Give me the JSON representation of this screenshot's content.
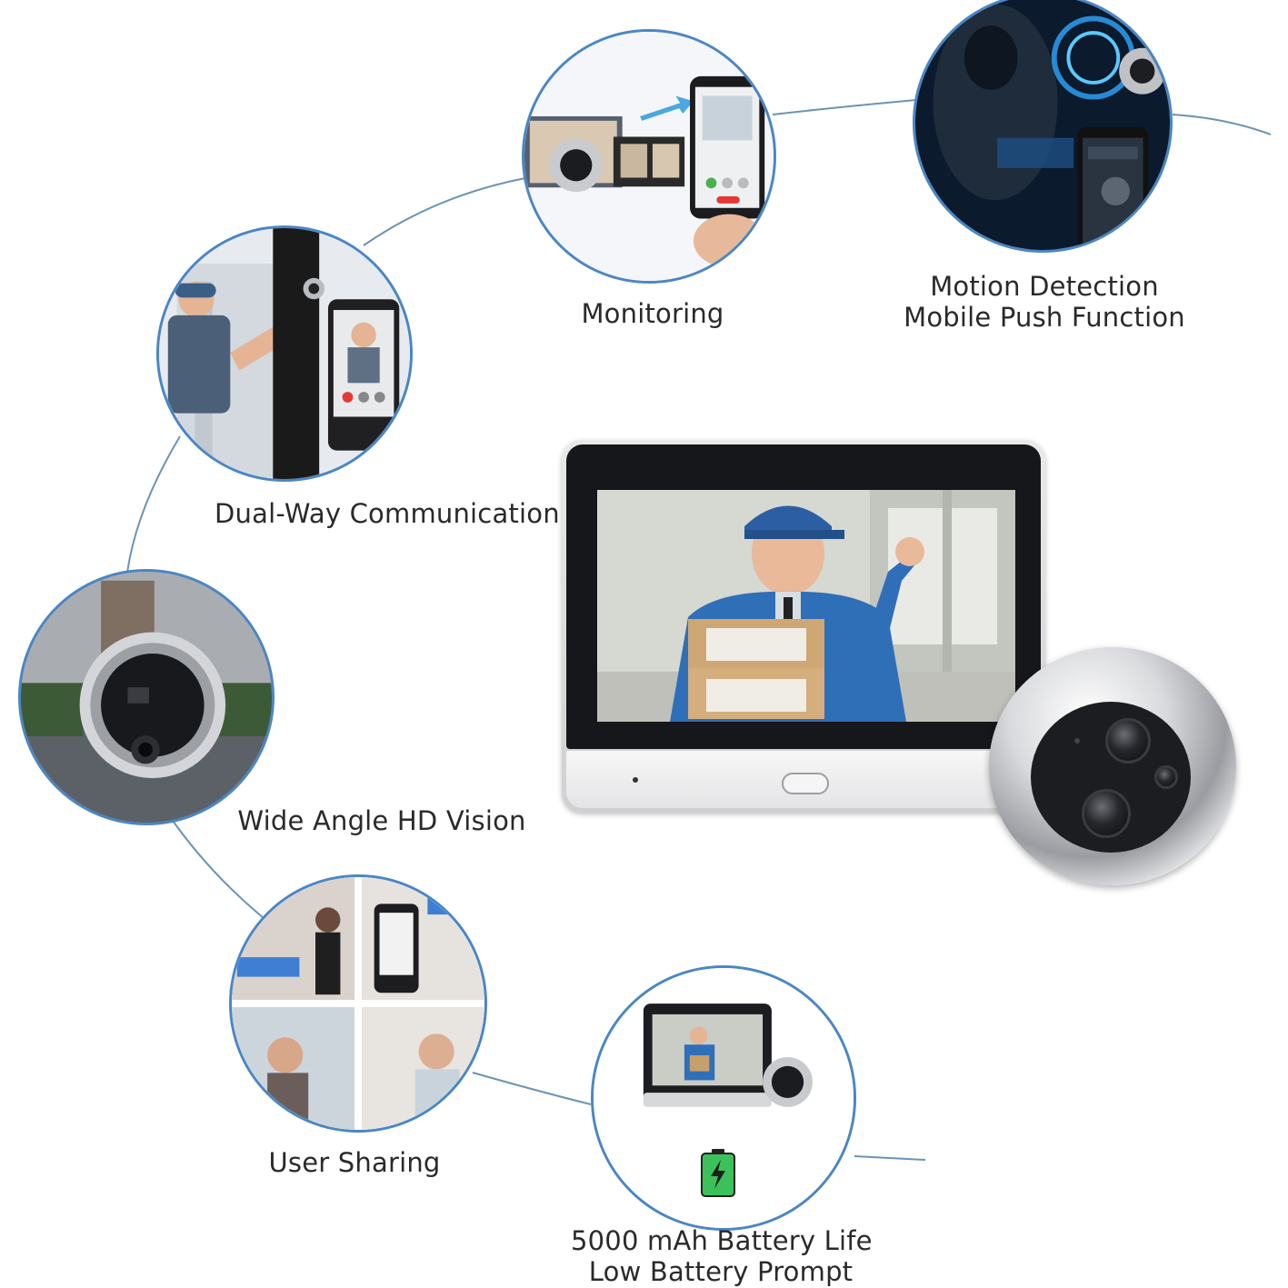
{
  "features": {
    "monitoring": {
      "label": "Monitoring",
      "icon": "app-monitoring-icon"
    },
    "motion": {
      "label_line1": "Motion Detection",
      "label_line2": "Mobile Push Function",
      "icon": "motion-detection-icon"
    },
    "dual_way": {
      "label": "Dual-Way Communication",
      "icon": "intercom-icon"
    },
    "wide_angle": {
      "label": "Wide Angle HD Vision",
      "icon": "peephole-lens-icon"
    },
    "user_sharing": {
      "label": "User Sharing",
      "icon": "phone-sharing-icon"
    },
    "battery": {
      "label_line1": "5000 mAh Battery Life",
      "label_line2": "Low Battery Prompt",
      "icon": "battery-charging-icon"
    }
  },
  "colors": {
    "circle_border": "#4a86c5",
    "connector": "#6a93b8",
    "uniform_blue": "#2f6fb8",
    "battery_green": "#3cc15a"
  }
}
